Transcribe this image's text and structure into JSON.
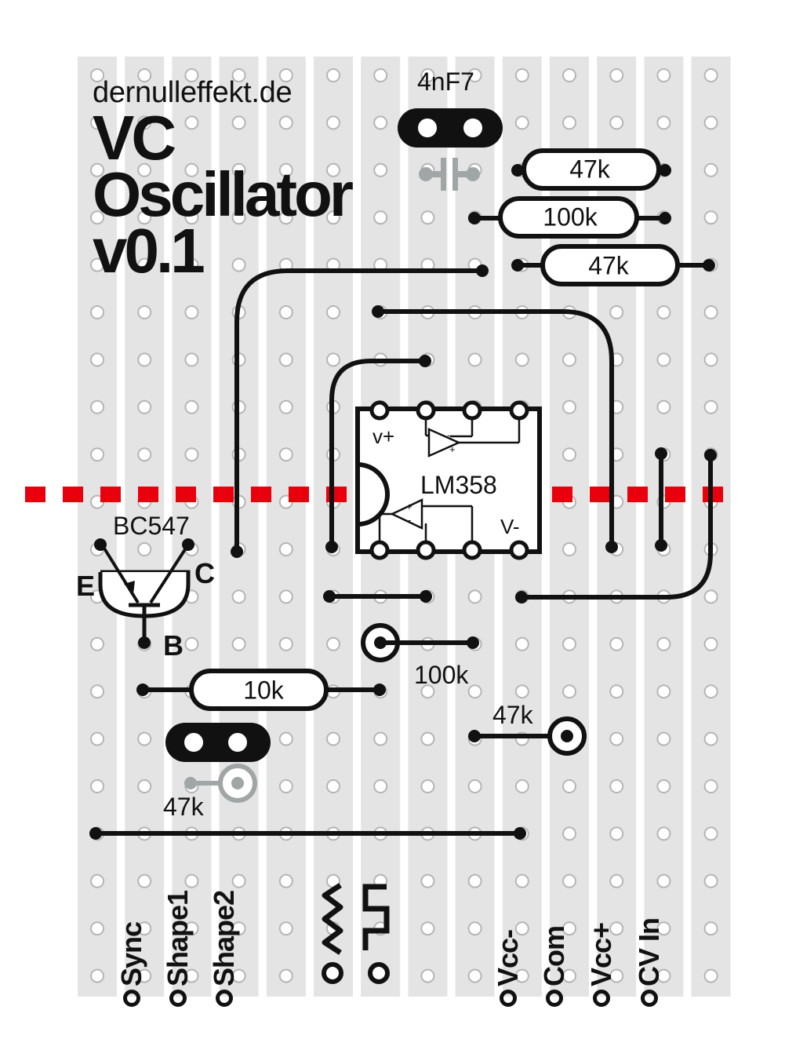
{
  "title": {
    "website": "dernulleffekt.de",
    "line1": "VC",
    "line2": "Oscillator",
    "line3": "v0.1"
  },
  "components": {
    "capacitor": "4nF7",
    "resistors": [
      "47k",
      "100k",
      "47k",
      "10k"
    ],
    "trimmer_labels": [
      "100k",
      "47k",
      "47k"
    ],
    "ic_name": "LM358",
    "ic_v_plus": "v+",
    "ic_v_minus": "V-",
    "transistor": "BC547",
    "pin_e": "E",
    "pin_c": "C",
    "pin_b": "B"
  },
  "connectors": [
    "Sync",
    "Shape1",
    "Shape2",
    "Vcc-",
    "Com",
    "Vcc+",
    "CV In"
  ],
  "colors": {
    "strip": "#e4e4e4",
    "ink": "#111111",
    "cut_line": "#e8000d",
    "ghost": "#a0a6a6"
  }
}
